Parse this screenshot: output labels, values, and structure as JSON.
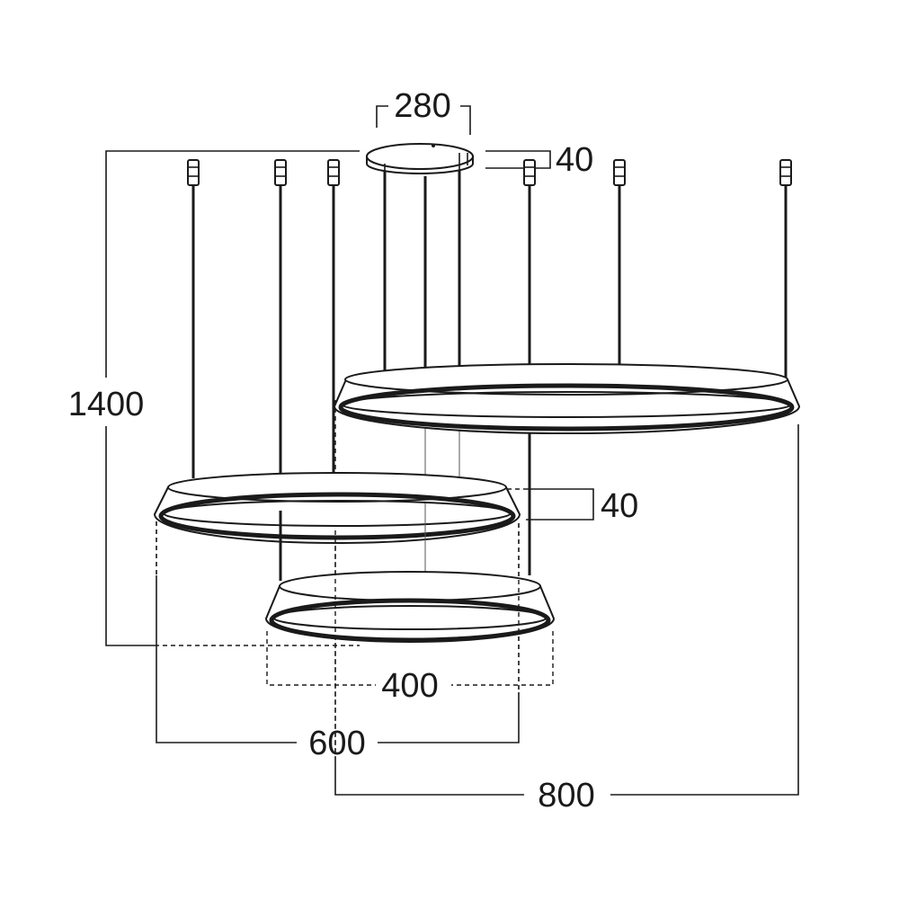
{
  "dimensions": {
    "canopy_width": "280",
    "canopy_height": "40",
    "total_height": "1400",
    "ring_height": "40",
    "small_ring_diameter": "400",
    "medium_ring_diameter": "600",
    "large_ring_diameter": "800"
  }
}
